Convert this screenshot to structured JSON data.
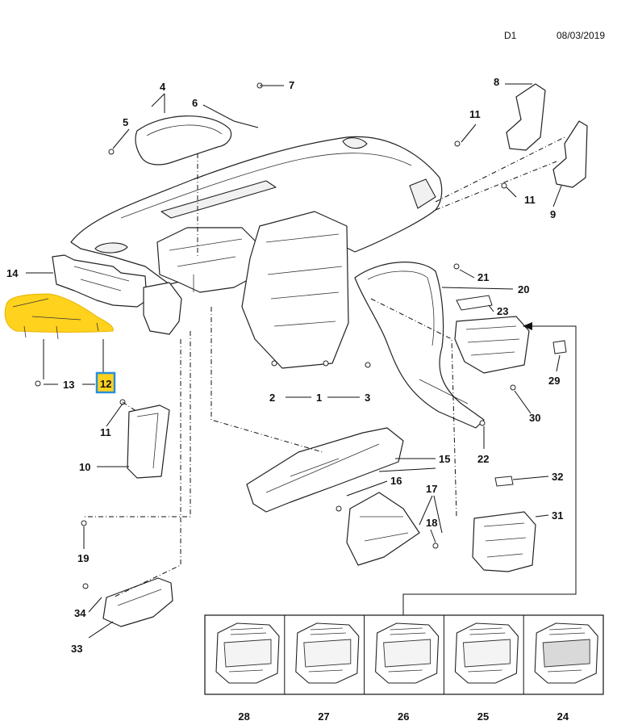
{
  "header": {
    "code": "D1",
    "date": "08/03/2019"
  },
  "callouts": {
    "c1": "1",
    "c2": "2",
    "c3": "3",
    "c4": "4",
    "c5": "5",
    "c6": "6",
    "c7": "7",
    "c8": "8",
    "c9": "9",
    "c10": "10",
    "c11a": "11",
    "c11b": "11",
    "c11c": "11",
    "c12": "12",
    "c13": "13",
    "c14": "14",
    "c15": "15",
    "c16": "16",
    "c17": "17",
    "c18": "18",
    "c19": "19",
    "c20": "20",
    "c21": "21",
    "c22": "22",
    "c23": "23",
    "c24": "24",
    "c25": "25",
    "c26": "26",
    "c27": "27",
    "c28": "28",
    "c29": "29",
    "c30": "30",
    "c31": "31",
    "c32": "32",
    "c33": "33",
    "c34": "34"
  },
  "highlight": {
    "part_number": "12",
    "fill": "#FFD21E",
    "box_stroke": "#2A8FD8"
  },
  "variants_panel": {
    "labels": [
      "28",
      "27",
      "26",
      "25",
      "24"
    ]
  }
}
